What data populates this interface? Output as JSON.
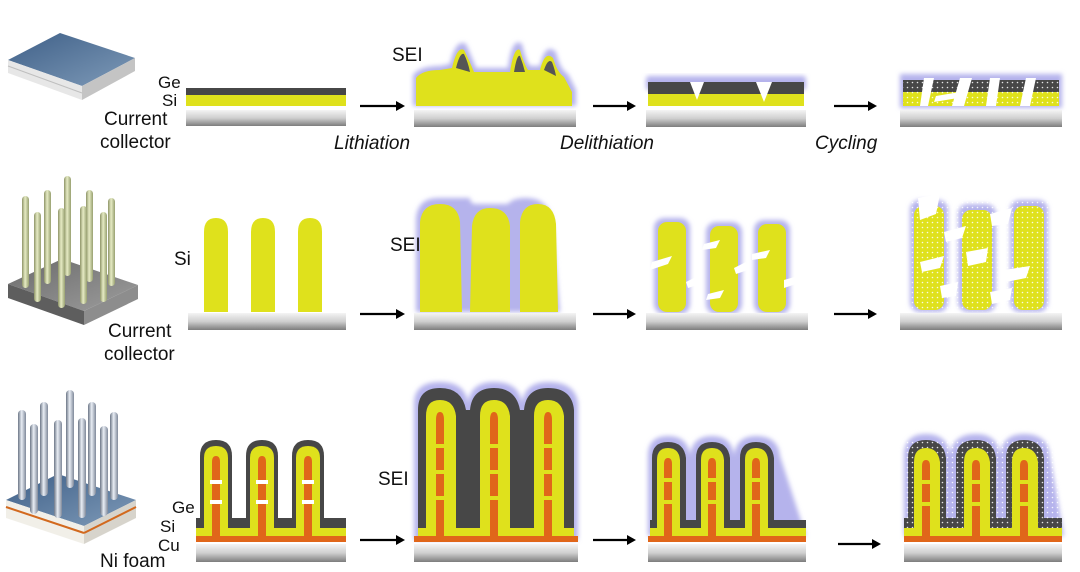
{
  "rows": [
    {
      "id": "film",
      "layer_labels": [
        "Ge",
        "Si",
        "Current",
        "collector"
      ],
      "sei_label": "SEI",
      "stage_labels": [
        "Lithiation",
        "Delithiation",
        "Cycling"
      ]
    },
    {
      "id": "nanowire",
      "layer_labels": [
        "Si",
        "Current",
        "collector"
      ],
      "sei_label": "SEI"
    },
    {
      "id": "core-shell",
      "layer_labels": [
        "Ge",
        "Si",
        "Cu",
        "Ni foam"
      ],
      "sei_label": "SEI"
    }
  ],
  "colors": {
    "si": "#dfe11c",
    "ge": "#474747",
    "cu": "#e0661a",
    "sei": "#b5b3ec",
    "collector_light": "#f2f2f2",
    "collector_dark": "#8a8a8a",
    "arrow": "#000000"
  }
}
